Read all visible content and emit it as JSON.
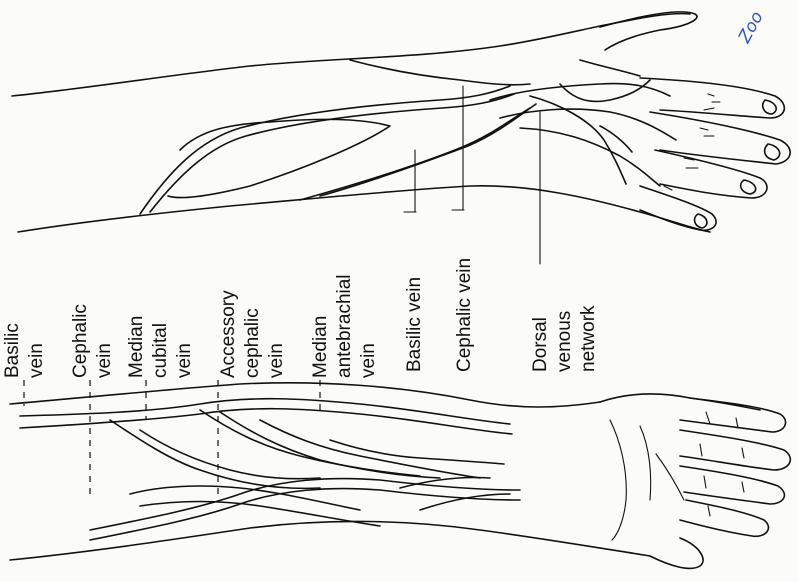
{
  "figure": {
    "labels": {
      "basilic_vein": [
        "Basilic",
        "vein"
      ],
      "cephalic_vein": [
        "Cephalic",
        "vein"
      ],
      "median_cubital_vein": [
        "Median",
        "cubital",
        "vein"
      ],
      "accessory_cephalic_vein": [
        "Accessory",
        "cephalic",
        "vein"
      ],
      "median_antebrachial_vein": [
        "Median",
        "antebrachial",
        "vein"
      ],
      "basilic_vein_dorsal": "Basilic vein",
      "cephalic_vein_dorsal": "Cephalic vein",
      "dorsal_venous_network": [
        "Dorsal",
        "venous",
        "network"
      ]
    },
    "handwriting": "Zoo"
  }
}
